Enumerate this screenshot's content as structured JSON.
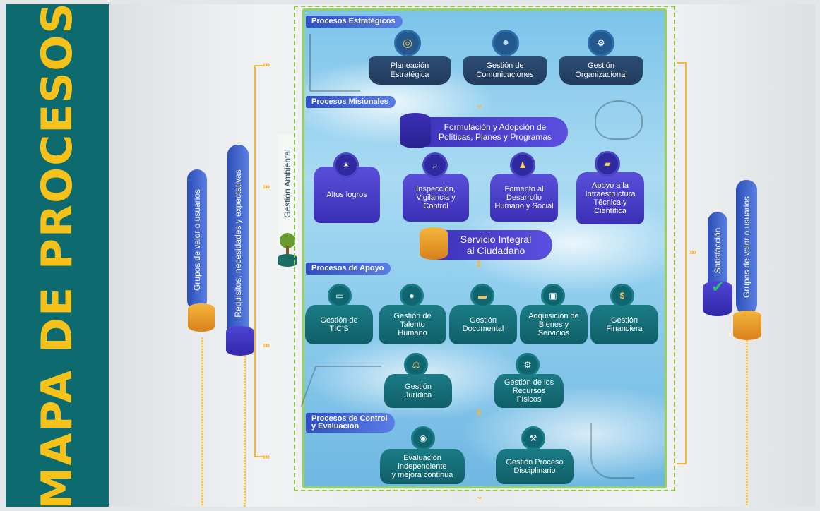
{
  "title": "MAPA DE PROCESOS",
  "left": {
    "grupos": "Grupos de valor o usuarios",
    "requisitos": "Requisitos, necesidades y expectativas",
    "ambiental": "Gestión Ambiental"
  },
  "right": {
    "satisfaccion": "Satisfacción",
    "grupos": "Grupos de valor o usuarios"
  },
  "sections": {
    "estrategicos": "Procesos Estratégicos",
    "misionales": "Procesos Misionales",
    "apoyo": "Procesos de Apoyo",
    "control_1": "Procesos de Control",
    "control_2": "y Evaluación"
  },
  "estrategicos": [
    {
      "l1": "Planeación",
      "l2": "Estratégica",
      "icon": "compass-icon"
    },
    {
      "l1": "Gestión de",
      "l2": "Comunicaciones",
      "icon": "chat-icon"
    },
    {
      "l1": "Gestión",
      "l2": "Organizacional",
      "icon": "gear-people-icon"
    }
  ],
  "formulacion": {
    "l1": "Formulación y Adopción de",
    "l2": "Políticas, Planes y Programas"
  },
  "misionales": [
    {
      "lines": [
        "Altos logros"
      ],
      "icon": "athlete-icon"
    },
    {
      "lines": [
        "Inspección,",
        "Vigilancia y",
        "Control"
      ],
      "icon": "magnifier-icon"
    },
    {
      "lines": [
        "Fomento al",
        "Desarrollo",
        "Humano y Social"
      ],
      "icon": "people-icon"
    },
    {
      "lines": [
        "Apoyo a la",
        "Infraestructura",
        "Técnica y",
        "Científica"
      ],
      "icon": "field-icon"
    }
  ],
  "servicio": {
    "l1": "Servicio Integral",
    "l2": "al Ciudadano"
  },
  "apoyo": [
    {
      "lines": [
        "Gestión de",
        "TIC'S"
      ],
      "icon": "monitor-icon"
    },
    {
      "lines": [
        "Gestión de",
        "Talento",
        "Humano"
      ],
      "icon": "person-icon"
    },
    {
      "lines": [
        "Gestión",
        "Documental"
      ],
      "icon": "folder-icon"
    },
    {
      "lines": [
        "Adquisición de",
        "Bienes y",
        "Servicios"
      ],
      "icon": "box-icon"
    },
    {
      "lines": [
        "Gestión",
        "Financiera"
      ],
      "icon": "money-icon"
    }
  ],
  "apoyo2": [
    {
      "lines": [
        "Gestión",
        "Jurídica"
      ],
      "icon": "scales-icon"
    },
    {
      "lines": [
        "Gestión de los",
        "Recursos",
        "Físicos"
      ],
      "icon": "gears-icon"
    }
  ],
  "control": [
    {
      "lines": [
        "Evaluación",
        "independiente",
        "y mejora continua"
      ],
      "icon": "eye-check-icon"
    },
    {
      "lines": [
        "Gestión Proceso",
        "Disciplinario"
      ],
      "icon": "gavel-icon"
    }
  ],
  "colors": {
    "teal": "#0d6b70",
    "gold": "#f6c21a",
    "purple": "#3a2fb5",
    "navy": "#1f3a5c",
    "green": "#8cc63f"
  }
}
